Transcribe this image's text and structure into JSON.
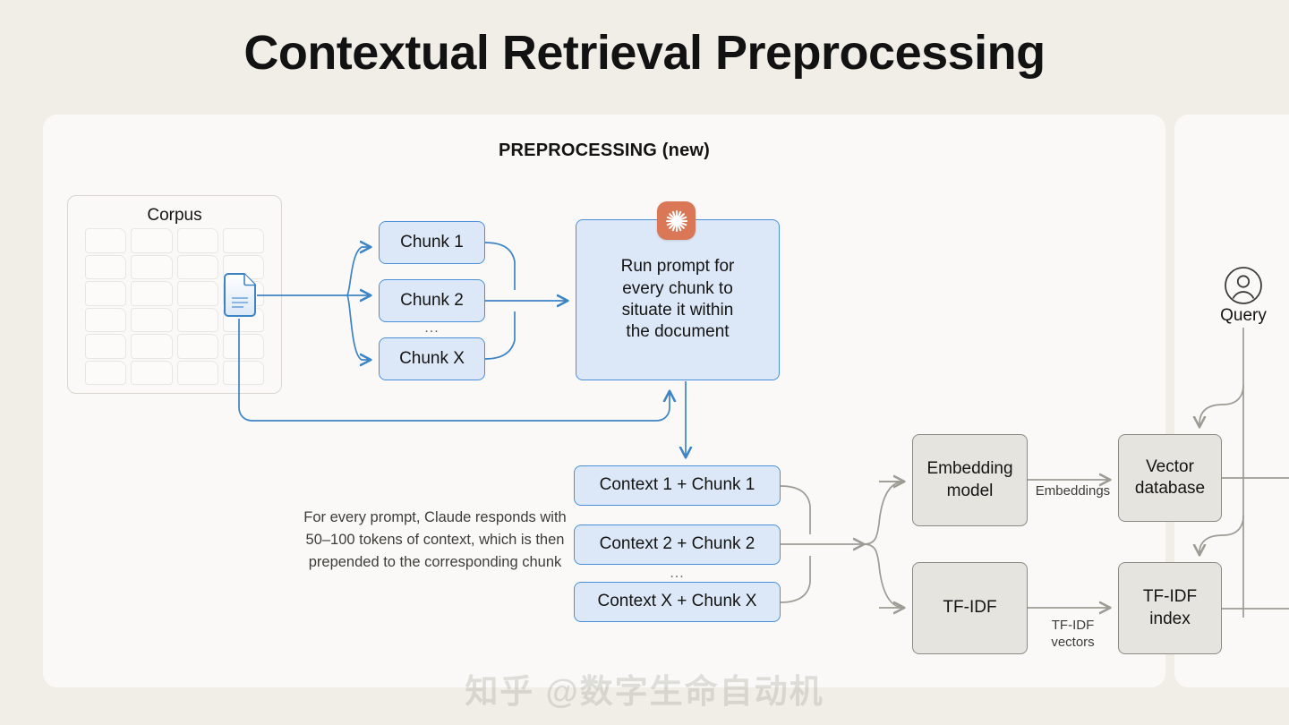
{
  "page": {
    "title": "Contextual Retrieval Preprocessing",
    "background_color": "#f0eee7",
    "panel_color": "#faf9f7",
    "watermark": "知乎 @数字生命自动机"
  },
  "section": {
    "label": "PREPROCESSING (new)"
  },
  "corpus": {
    "label": "Corpus",
    "doc_icon_name": "document-icon",
    "ghost_doc_count": 24,
    "highlight_color": "#3d84c6"
  },
  "chunks": {
    "items": [
      {
        "label": "Chunk 1"
      },
      {
        "label": "Chunk 2"
      },
      {
        "label": "Chunk X"
      }
    ],
    "ellipsis": "...",
    "fill": "#dce8f7",
    "border": "#4a90d9"
  },
  "prompt": {
    "text": "Run prompt for\nevery chunk to\nsituate it within\nthe document",
    "badge_icon": "claude-burst-icon",
    "badge_color": "#d97757"
  },
  "contexts": {
    "items": [
      {
        "label": "Context 1 + Chunk 1"
      },
      {
        "label": "Context 2 + Chunk 2"
      },
      {
        "label": "Context X + Chunk X"
      }
    ],
    "ellipsis": "..."
  },
  "caption": {
    "text": "For every prompt, Claude responds with 50–100 tokens of context, which is then prepended to the corresponding chunk"
  },
  "pipeline": {
    "embedding_model": "Embedding\nmodel",
    "tfidf": "TF-IDF",
    "vector_database": "Vector\ndatabase",
    "tfidf_index": "TF-IDF\nindex",
    "edge_labels": {
      "embeddings": "Embeddings",
      "tfidf_vectors": "TF-IDF\nvectors"
    },
    "fill": "#e5e4df",
    "border": "#8a8a82"
  },
  "query": {
    "label": "Query",
    "icon": "user-avatar-icon"
  },
  "colors": {
    "blue_wire": "#3d84c6",
    "grey_wire": "#9c9b94",
    "text": "#141413"
  }
}
